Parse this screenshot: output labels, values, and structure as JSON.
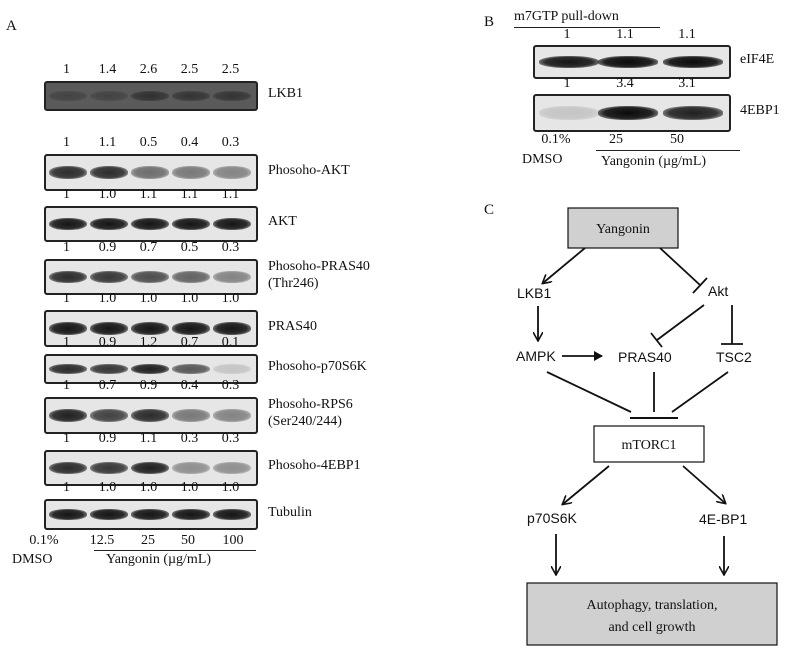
{
  "panels": {
    "a": "A",
    "b": "B",
    "c": "C"
  },
  "panel_a": {
    "rows": [
      {
        "label": "LKB1",
        "values": [
          "1",
          "1.4",
          "2.6",
          "2.5",
          "2.5"
        ],
        "intensity": [
          0.3,
          0.3,
          0.55,
          0.5,
          0.5
        ]
      },
      {
        "label": "Phosoho-AKT",
        "values": [
          "1",
          "1.1",
          "0.5",
          "0.4",
          "0.3"
        ],
        "intensity": [
          0.85,
          0.85,
          0.55,
          0.5,
          0.45
        ]
      },
      {
        "label": "AKT",
        "values": [
          "1",
          "1.0",
          "1.1",
          "1.1",
          "1.1"
        ],
        "intensity": [
          0.95,
          0.95,
          0.95,
          0.95,
          0.95
        ]
      },
      {
        "label": "Phosoho-PRAS40",
        "label2": "(Thr246)",
        "values": [
          "1",
          "0.9",
          "0.7",
          "0.5",
          "0.3"
        ],
        "intensity": [
          0.85,
          0.8,
          0.7,
          0.6,
          0.45
        ]
      },
      {
        "label": "PRAS40",
        "values": [
          "1",
          "1.0",
          "1.0",
          "1.0",
          "1.0"
        ],
        "intensity": [
          0.95,
          0.95,
          0.95,
          0.95,
          0.95
        ]
      },
      {
        "label": "Phosoho-p70S6K",
        "values": [
          "1",
          "0.9",
          "1.2",
          "0.7",
          "0.1"
        ],
        "intensity": [
          0.85,
          0.8,
          0.9,
          0.65,
          0.15
        ]
      },
      {
        "label": "Phosoho-RPS6",
        "label2": "(Ser240/244)",
        "values": [
          "1",
          "0.7",
          "0.9",
          "0.4",
          "0.3"
        ],
        "intensity": [
          0.9,
          0.75,
          0.85,
          0.5,
          0.45
        ]
      },
      {
        "label": "Phosoho-4EBP1",
        "values": [
          "1",
          "0.9",
          "1.1",
          "0.3",
          "0.3"
        ],
        "intensity": [
          0.85,
          0.8,
          0.9,
          0.4,
          0.4
        ]
      },
      {
        "label": "Tubulin",
        "values": [
          "1",
          "1.0",
          "1.0",
          "1.0",
          "1.0"
        ],
        "intensity": [
          0.95,
          0.95,
          0.95,
          0.95,
          0.95
        ]
      }
    ],
    "x_values": [
      "0.1%",
      "12.5",
      "25",
      "50",
      "100"
    ],
    "dmso": "DMSO",
    "treatment": "Yangonin (µg/mL)"
  },
  "panel_b": {
    "header": "m7GTP pull-down",
    "rows": [
      {
        "label": "eIF4E",
        "values": [
          "1",
          "1.1",
          "1.1"
        ]
      },
      {
        "label": "4EBP1",
        "values": [
          "1",
          "3.4",
          "3.1"
        ]
      }
    ],
    "x_values": [
      "0.1%",
      "25",
      "50"
    ],
    "dmso": "DMSO",
    "treatment": "Yangonin (µg/mL)"
  },
  "panel_c": {
    "top": "Yangonin",
    "lkb1": "LKB1",
    "akt": "Akt",
    "ampk": "AMPK",
    "pras40": "PRAS40",
    "tsc2": "TSC2",
    "mtorc1": "mTORC1",
    "p70s6k": "p70S6K",
    "ebp1": "4E-BP1",
    "outcome_1": "Autophagy, translation,",
    "outcome_2": "and cell growth",
    "box_fill": "#d0d0d0"
  }
}
